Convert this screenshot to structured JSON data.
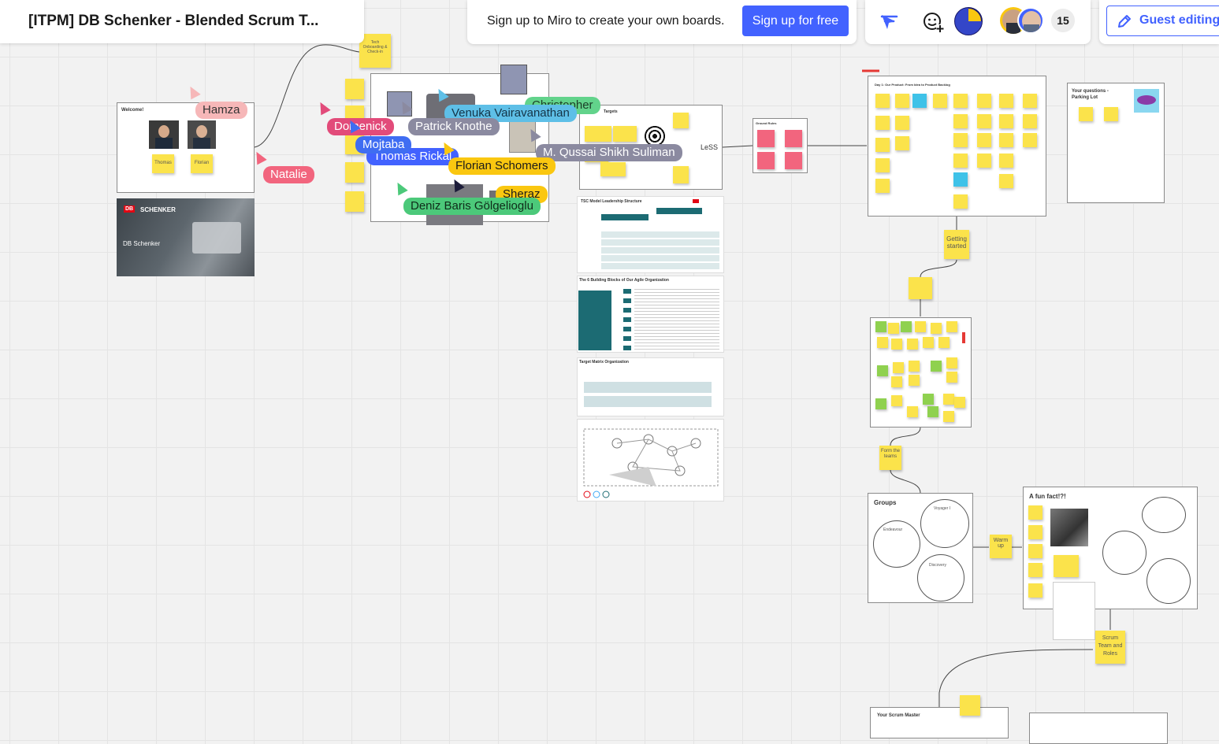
{
  "board": {
    "title": "[ITPM] DB Schenker - Blended Scrum T..."
  },
  "signup": {
    "prompt": "Sign up to Miro to create your own boards.",
    "button_label": "Sign up for free"
  },
  "toolbar": {
    "collaborator_count": "15",
    "guest_editing_label": "Guest editing"
  },
  "icons": {
    "filter": "filter-icon",
    "reactions": "reaction-add-icon",
    "timer": "timer-pie-icon",
    "pencil": "pencil-icon"
  },
  "colors": {
    "accent": "#4262ff",
    "sticky_yellow": "#fbe34b",
    "sticky_pink": "#f2657e",
    "sticky_green": "#8fd14f",
    "sticky_blue": "#3fc2e8"
  },
  "cursors": [
    {
      "name": "Hamza",
      "color": "#f6b7b8"
    },
    {
      "name": "Natalie",
      "color": "#f2657e"
    },
    {
      "name": "Patrick Knothe",
      "color": "#8b8aa0"
    },
    {
      "name": "Venuka Vairavanathan",
      "color": "#5ebfe7"
    },
    {
      "name": "Mojtaba",
      "color": "#3f6df2"
    },
    {
      "name": "Thomas Rickal",
      "color": "#4262ff"
    },
    {
      "name": "M. Qussai Shikh Suliman",
      "color": "#8b8aa0"
    },
    {
      "name": "Florian Schomers",
      "color": "#fac710"
    },
    {
      "name": "Deniz Baris Gölgelioglu",
      "color": "#4cc97a"
    },
    {
      "name": "Sheraz",
      "color": "#fac710"
    },
    {
      "name": "Domenick",
      "color": "#e24b7a"
    },
    {
      "name": "Christopher",
      "color": "#62d38b"
    }
  ],
  "welcome_frame": {
    "title": "Welcome!",
    "person1": "Thomas",
    "person2": "Florian"
  },
  "schenker_slide": {
    "brand": "SCHENKER",
    "db_logo": "DB",
    "title": "DB Schenker"
  },
  "notes": {
    "tech_onboarding": "Tech Onboarding & Check-in",
    "getting_started": "Getting started",
    "form_teams": "Form the teams",
    "warm_up": "Warm up",
    "scrum_roles": "Scrum Team and Roles",
    "less": "LeSS"
  },
  "frames": {
    "ground_rules": "Ground Rules",
    "day1": "Day 1: Our Product: From Idea to Product Backlog",
    "parking_lot": "Your questions - Parking Lot",
    "groups": "Groups",
    "fun_fact": "A fun fact!?!",
    "scrum_master": "Your Scrum Master",
    "targets": "Targets"
  },
  "groups_bubbles": {
    "voyager": "Voyager I",
    "endeavour": "Endeavour",
    "discovery": "Discovery"
  },
  "slides": {
    "leadership": "TSC Model Leadership Structure",
    "building_blocks": "The 6 Building Blocks of Our Agile Organization",
    "target_matrix": "Target Matrix Organization"
  }
}
